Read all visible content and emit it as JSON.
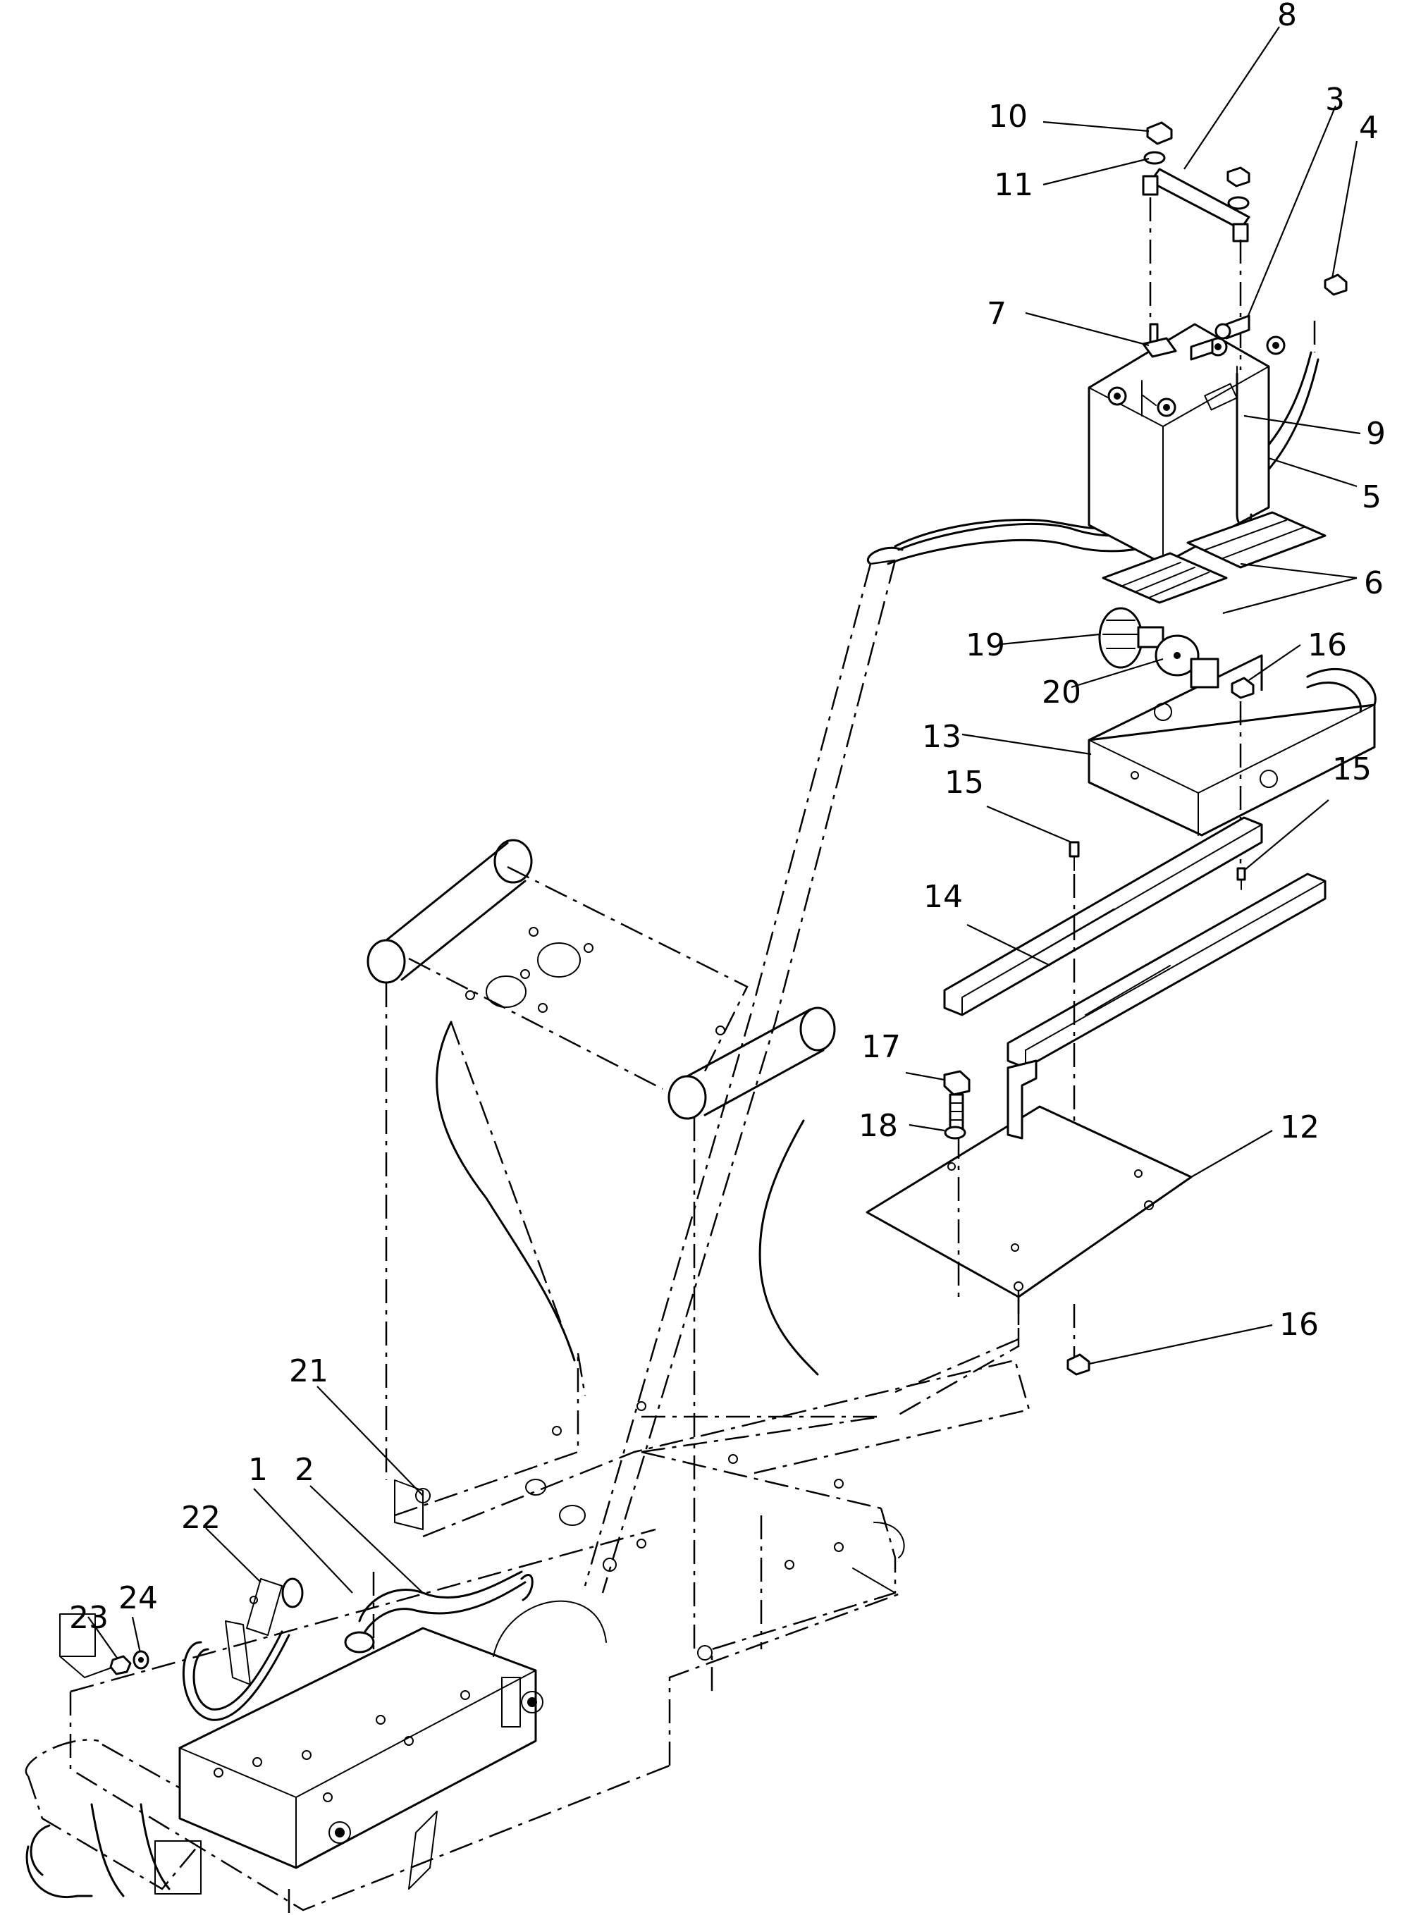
{
  "callouts": [
    {
      "id": "1",
      "label": "1"
    },
    {
      "id": "2",
      "label": "2"
    },
    {
      "id": "3",
      "label": "3"
    },
    {
      "id": "4",
      "label": "4"
    },
    {
      "id": "5",
      "label": "5"
    },
    {
      "id": "6",
      "label": "6"
    },
    {
      "id": "7",
      "label": "7"
    },
    {
      "id": "8",
      "label": "8"
    },
    {
      "id": "9",
      "label": "9"
    },
    {
      "id": "10",
      "label": "10"
    },
    {
      "id": "11",
      "label": "11"
    },
    {
      "id": "12",
      "label": "12"
    },
    {
      "id": "13",
      "label": "13"
    },
    {
      "id": "14",
      "label": "14"
    },
    {
      "id": "15a",
      "label": "15"
    },
    {
      "id": "15b",
      "label": "15"
    },
    {
      "id": "16a",
      "label": "16"
    },
    {
      "id": "16b",
      "label": "16"
    },
    {
      "id": "17",
      "label": "17"
    },
    {
      "id": "18",
      "label": "18"
    },
    {
      "id": "19",
      "label": "19"
    },
    {
      "id": "20",
      "label": "20"
    },
    {
      "id": "21",
      "label": "21"
    },
    {
      "id": "22",
      "label": "22"
    },
    {
      "id": "23",
      "label": "23"
    },
    {
      "id": "24",
      "label": "24"
    }
  ]
}
